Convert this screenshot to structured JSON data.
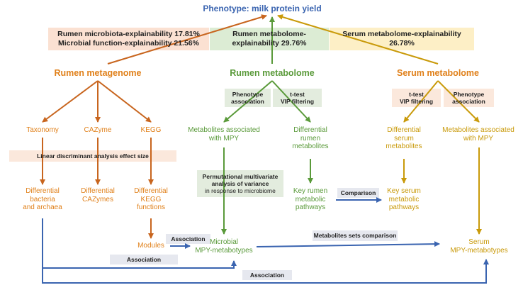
{
  "title": "Phenotype: milk protein yield",
  "explainability": {
    "rumen_microbiota": "Rumen microbiota-explainability 17.81%",
    "microbial_function": "Microbial function-explainability 21.56%",
    "rumen_metabolome_line1": "Rumen metabolome-",
    "rumen_metabolome_line2": "explainability 29.76%",
    "serum_metabolome_line1": "Serum metabolome-explainability",
    "serum_metabolome_line2": "26.78%"
  },
  "sections": {
    "rumen_metagenome": "Rumen metagenome",
    "rumen_metabolome": "Rumen metabolome",
    "serum_metabolome": "Serum metabolome"
  },
  "methods": {
    "rumen_phenotype_assoc_line1": "Phenotype",
    "rumen_phenotype_assoc_line2": "association",
    "rumen_ttest_line1": "t-test",
    "rumen_ttest_line2": "VIP filtering",
    "serum_ttest_line1": "t-test",
    "serum_ttest_line2": "VIP filtering",
    "serum_phenotype_assoc_line1": "Phenotype",
    "serum_phenotype_assoc_line2": "association",
    "lda": "Linear discriminant analysis effect size",
    "permanova_line1": "Permutational multivariate",
    "permanova_line2": "analysis of variance",
    "permanova_line3": "in response to microbiome",
    "comparison": "Comparison",
    "association_modules": "Association",
    "association_bottom1": "Association",
    "association_bottom2": "Association",
    "metabolites_sets": "Metabolites sets comparison"
  },
  "nodes": {
    "taxonomy": "Taxonomy",
    "cazyme": "CAZyme",
    "kegg": "KEGG",
    "diff_bacteria_line1": "Differential",
    "diff_bacteria_line2": "bacteria",
    "diff_bacteria_line3": "and archaea",
    "diff_cazymes_line1": "Differential",
    "diff_cazymes_line2": "CAZymes",
    "diff_kegg_line1": "Differential",
    "diff_kegg_line2": "KEGG",
    "diff_kegg_line3": "functions",
    "modules": "Modules",
    "rumen_mpy_assoc_line1": "Metabolites associated",
    "rumen_mpy_assoc_line2": "with MPY",
    "diff_rumen_line1": "Differential",
    "diff_rumen_line2": "rumen",
    "diff_rumen_line3": "metabolites",
    "key_rumen_line1": "Key rumen",
    "key_rumen_line2": "metabolic",
    "key_rumen_line3": "pathways",
    "microbial_mpy_line1": "Microbial",
    "microbial_mpy_line2": "MPY-metabotypes",
    "diff_serum_line1": "Differential",
    "diff_serum_line2": "serum",
    "diff_serum_line3": "metabolites",
    "serum_mpy_assoc_line1": "Metabolites associated",
    "serum_mpy_assoc_line2": "with MPY",
    "key_serum_line1": "Key serum",
    "key_serum_line2": "metabolic",
    "key_serum_line3": "pathways",
    "serum_mpy_line1": "Serum",
    "serum_mpy_line2": "MPY-metabotypes"
  },
  "colors": {
    "orange_text": "#e0801a",
    "orange_arrow": "#c8651e",
    "green": "#5a9a3a",
    "gold": "#c99a0a",
    "blue": "#3a64b0",
    "explain_orange_bg": "#fbe1d2",
    "explain_green_bg": "#dcecd4",
    "explain_gold_bg": "#fdefc6",
    "method_bg": "#e3ecde",
    "method_orange_bg": "#fbe8dc",
    "association_bg": "#e6e8ef"
  }
}
